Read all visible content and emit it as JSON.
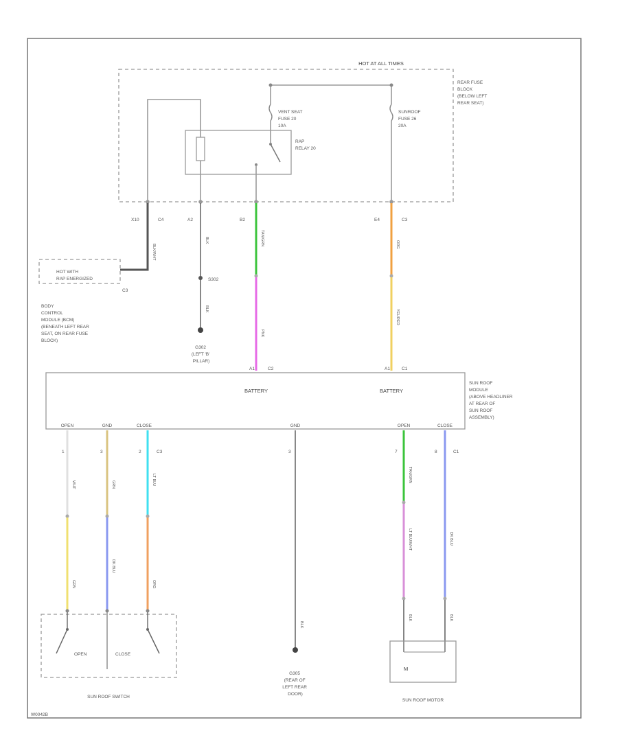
{
  "diagram": {
    "hot_at_all_times": "HOT AT ALL TIMES",
    "rear_fuse_block": [
      "REAR FUSE",
      "BLOCK",
      "(BELOW LEFT",
      "REAR SEAT)"
    ],
    "vent_seat_fuse": [
      "VENT SEAT",
      "FUSE 20",
      "10A"
    ],
    "sunroof_fuse": [
      "SUNROOF",
      "FUSE 26",
      "20A"
    ],
    "rap_relay": [
      "RAP",
      "RELAY 20"
    ],
    "connectors": {
      "c4": "C4",
      "c3_fuse": "C3",
      "c3_bcm": "C3",
      "c2_module": "C2",
      "c1_module": "C1",
      "c3_switch_side": "C3",
      "c1_motor_side": "C1"
    },
    "pins": {
      "bcm_pin": "X10",
      "relay_pin": "A2",
      "vent_pin": "B2",
      "sunroof_pin": "E4",
      "mod_c2_pin": "A1",
      "mod_c1_pin": "A1",
      "switch_open_pin": "1",
      "switch_gnd_pin": "3",
      "switch_close_pin": "2",
      "ground_pin": "3",
      "motor_open_pin": "7",
      "motor_close_pin": "8"
    },
    "bcm_box": [
      "HOT WITH",
      "RAP ENERGIZED"
    ],
    "bcm_label": [
      "BODY",
      "CONTROL",
      "MODULE (BCM)",
      "(BENEATH LEFT REAR",
      "SEAT, ON REAR FUSE",
      "BLOCK)"
    ],
    "splice": "S302",
    "ground_left": [
      "G302",
      "(LEFT 'B'",
      "PILLAR)"
    ],
    "module_battery_1": "BATTERY",
    "module_battery_2": "BATTERY",
    "sunroof_module": [
      "SUN ROOF",
      "MODULE",
      "(ABOVE HEADLINER",
      "AT REAR OF",
      "SUN ROOF",
      "ASSEMBLY)"
    ],
    "module_terminals": {
      "open_left": "OPEN",
      "gnd_left": "GND",
      "close_left": "CLOSE",
      "gnd_center": "GND",
      "open_right": "OPEN",
      "close_right": "CLOSE"
    },
    "wire_colors": {
      "bcm_wire": "BLK/WHT",
      "relay_out": "BLK",
      "relay_out_2": "BLK",
      "vent_top": "TAN/GRN",
      "vent_bottom": "PNK",
      "sunroof_top": "ORG",
      "sunroof_bottom": "YEL/RED",
      "sw_open_top": "WHT",
      "sw_gnd_top": "GRN",
      "sw_close_top": "LT BLU",
      "sw_open_bottom": "GRN",
      "sw_gnd_bottom": "DK BLU",
      "sw_close_bottom": "ORG",
      "ground_center": "BLK",
      "motor_open_top": "TAN/GRN",
      "motor_open_mid": "LT BLU/WHT",
      "motor_close_top": "DK BLU",
      "motor_open_bottom": "BLK",
      "motor_close_bottom": "BLK"
    },
    "switch_text": [
      "OPEN",
      "CLOSE"
    ],
    "switch_name": "SUN ROOF SWITCH",
    "ground_center": [
      "G305",
      "(REAR OF",
      "LEFT REAR",
      "DOOR)"
    ],
    "motor_name": "SUN ROOF MOTOR",
    "motor_symbol": "M",
    "figure_id": "W0042B",
    "colors": {
      "green": "#3cc43c",
      "pink": "#e66ae6",
      "orange": "#f0a040",
      "yellow": "#f0e070",
      "tan": "#d9c380",
      "light_blue": "#40e0f0",
      "dark_blue": "#7a8ef0",
      "pink_light": "#d890d8",
      "white": "#e8e8e8",
      "black": "#666666"
    }
  }
}
